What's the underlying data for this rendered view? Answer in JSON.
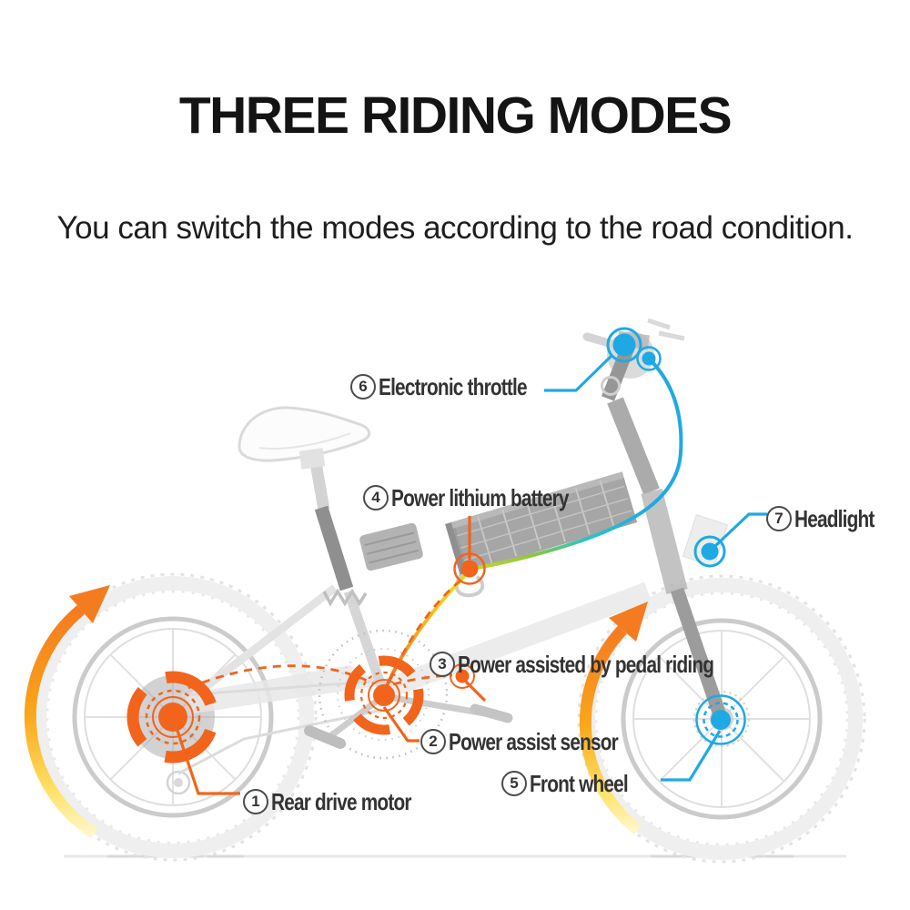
{
  "header": {
    "title": "THREE RIDING MODES",
    "subtitle": "You can switch the modes according to the road condition."
  },
  "diagram": {
    "type": "annotated-product-illustration",
    "subject": "folding fat-tire electric bicycle, ghosted side view with highlighted components",
    "callouts": [
      {
        "number": "1",
        "label": "Rear drive motor",
        "accent": "#F2641C"
      },
      {
        "number": "2",
        "label": "Power assist sensor",
        "accent": "#F2641C"
      },
      {
        "number": "3",
        "label": "Power assisted by pedal riding",
        "accent": "#F2641C"
      },
      {
        "number": "4",
        "label": "Power lithium battery",
        "accent": "#F2641C"
      },
      {
        "number": "5",
        "label": "Front wheel",
        "accent": "#1FA9E4"
      },
      {
        "number": "6",
        "label": "Electronic throttle",
        "accent": "#1FA9E4"
      },
      {
        "number": "7",
        "label": "Headlight",
        "accent": "#1FA9E4"
      }
    ],
    "colors": {
      "orange_accent": "#F2641C",
      "blue_accent": "#1FA9E4",
      "arrow_orange": "#F47B20",
      "arrow_yellow": "#FFE267",
      "wire_green": "#8CC63F",
      "label_text": "#333333",
      "ghost_gray": "#D9D9D9"
    }
  }
}
